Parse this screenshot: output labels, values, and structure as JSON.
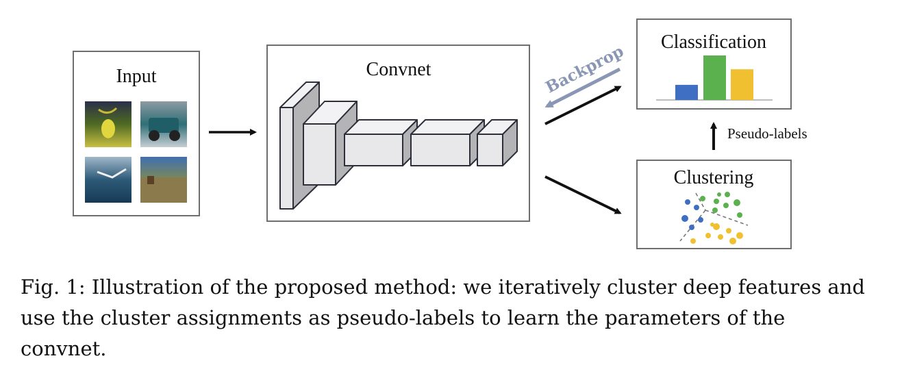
{
  "input": {
    "title": "Input",
    "images": [
      {
        "name": "flower-image",
        "colors": [
          "#2a2f4a",
          "#4f6a22",
          "#c9c043"
        ]
      },
      {
        "name": "car-image",
        "colors": [
          "#8c9aa2",
          "#2f6f76",
          "#c6cfd3"
        ]
      },
      {
        "name": "seabird-image",
        "colors": [
          "#9fb7c9",
          "#2d5a78",
          "#173a55"
        ]
      },
      {
        "name": "deer-field-image",
        "colors": [
          "#3f6fb3",
          "#7c8a55",
          "#a48a5a"
        ]
      }
    ]
  },
  "convnet": {
    "title": "Convnet"
  },
  "backprop": {
    "label": "Backprop",
    "color": "#8a97b4"
  },
  "classification": {
    "title": "Classification",
    "bars": [
      {
        "value": 0.34,
        "color": "#3f6fc2"
      },
      {
        "value": 1.0,
        "color": "#5cb14f"
      },
      {
        "value": 0.69,
        "color": "#f0c030"
      }
    ]
  },
  "pseudo_labels": {
    "label": "Pseudo-labels"
  },
  "clustering": {
    "title": "Clustering",
    "colors": {
      "blue": "#3f6fc2",
      "green": "#5cb14f",
      "yellow": "#f0c030"
    }
  },
  "caption": {
    "text": "Fig. 1: Illustration of the proposed method: we iteratively cluster deep features and use the cluster assignments as pseudo-labels to learn the parameters of the convnet."
  }
}
